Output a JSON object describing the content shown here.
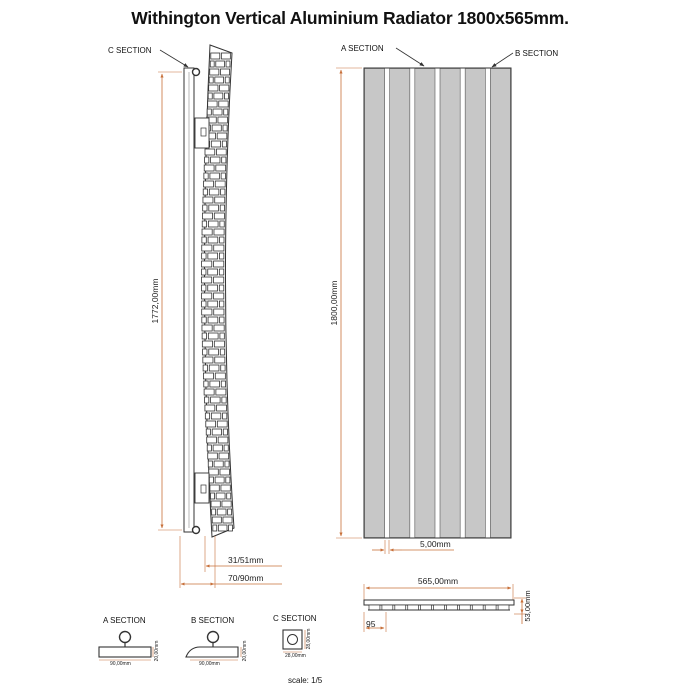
{
  "title": "Withington Vertical Aluminium Radiator 1800x565mm.",
  "colors": {
    "dimension_line": "#c8703a",
    "outline": "#333333",
    "panel_fill": "#c7c7c7"
  },
  "side_view": {
    "section_label": "C SECTION",
    "height_dim": "1772,00mm",
    "depth_dim_1": "31/51mm",
    "depth_dim_2": "70/90mm"
  },
  "front_view": {
    "section_a_label": "A SECTION",
    "section_b_label": "B SECTION",
    "height_dim": "1800,00mm",
    "gap_dim": "5,00mm",
    "panel_count": 6
  },
  "top_view": {
    "width_dim": "565,00mm",
    "depth_dim": "53,00mm",
    "offset_dim": "95"
  },
  "sections": [
    {
      "label": "A SECTION",
      "width": "90,00mm",
      "height": "20,00mm"
    },
    {
      "label": "B SECTION",
      "width": "90,00mm",
      "height": "20,00mm"
    },
    {
      "label": "C SECTION",
      "width": "28,00mm",
      "height": "28,00mm"
    }
  ],
  "scale": "scale: 1/5"
}
